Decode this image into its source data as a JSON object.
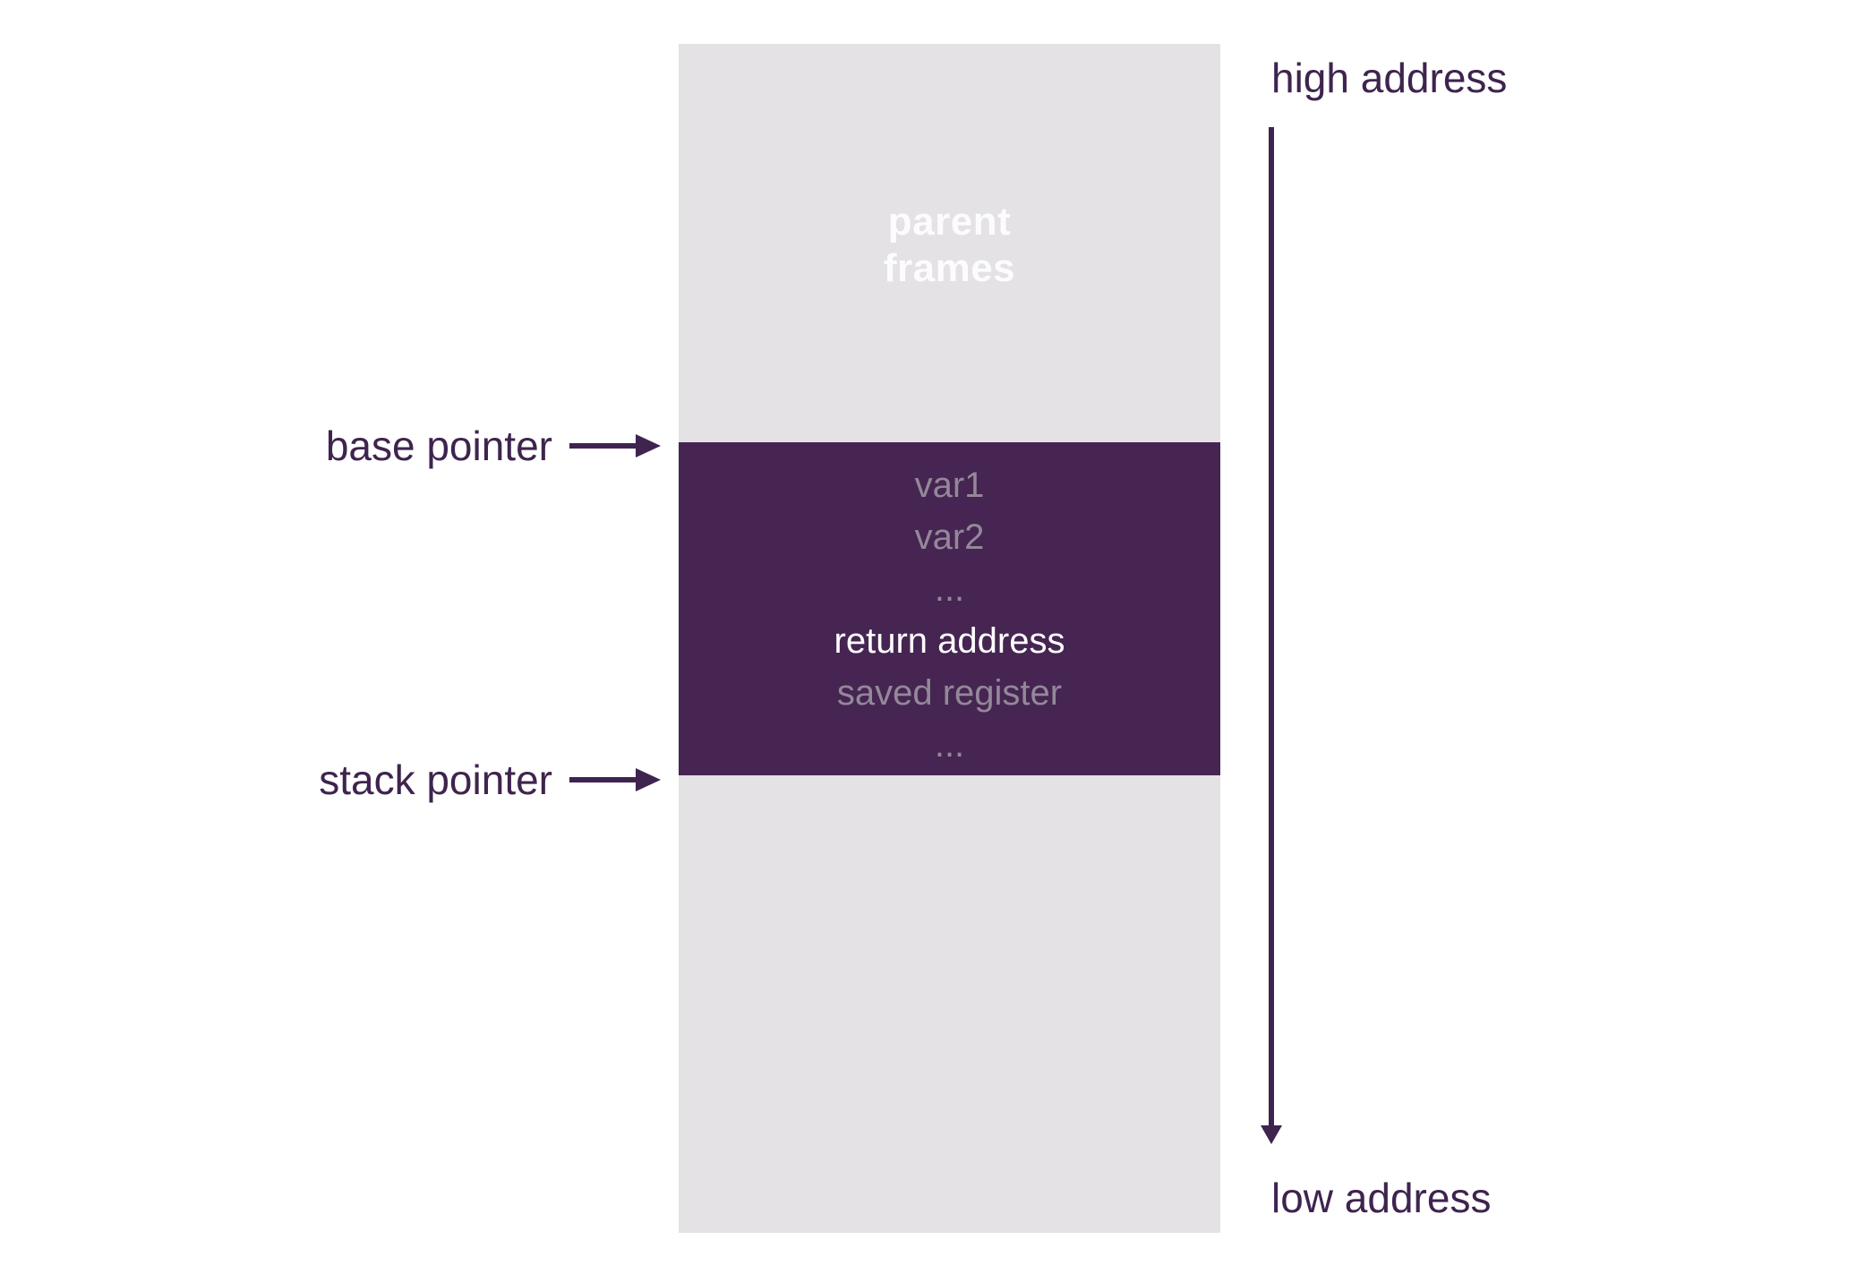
{
  "colors": {
    "background": "#ffffff",
    "stack-gray": "#e4e2e4",
    "frame-purple": "#462552",
    "ink-purple": "#3e244e",
    "muted-text": "#938899",
    "white-text": "#ffffff",
    "parent-text": "#fcfbfd"
  },
  "stack": {
    "parent_label_line1": "parent",
    "parent_label_line2": "frames",
    "frame_lines": [
      "var1",
      "var2",
      "...",
      "return address",
      "saved register",
      "..."
    ]
  },
  "pointers": {
    "base": "base pointer",
    "stack": "stack pointer"
  },
  "addresses": {
    "high": "high address",
    "low": "low address"
  }
}
